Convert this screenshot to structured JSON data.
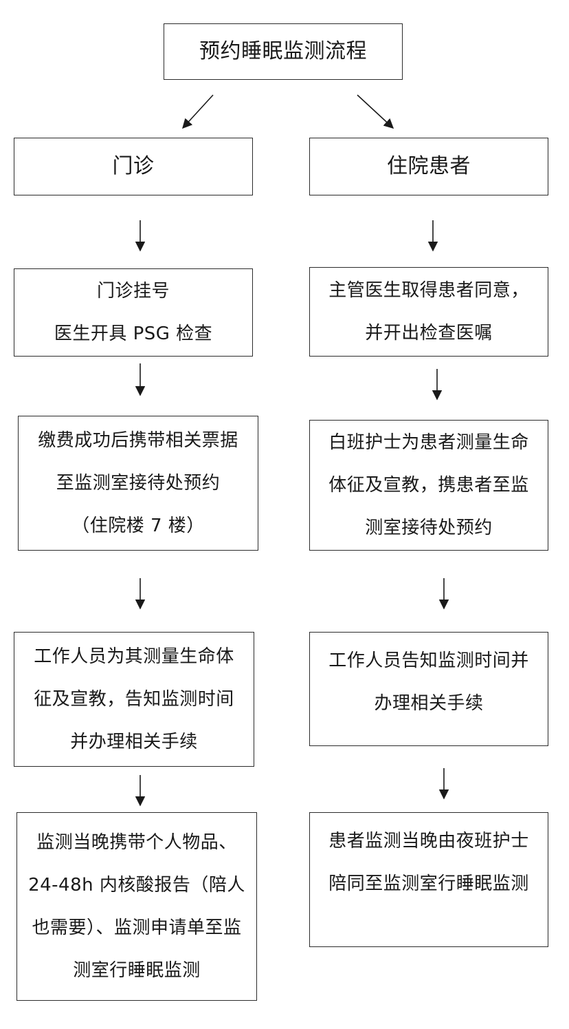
{
  "title": "预约睡眠监测流程",
  "left": {
    "heading": "门诊",
    "step1": [
      "门诊挂号",
      "医生开具 PSG 检查"
    ],
    "step2": [
      "缴费成功后携带相关票据",
      "至监测室接待处预约",
      "（住院楼 7 楼）"
    ],
    "step3": [
      "工作人员为其测量生命体",
      "征及宣教，告知监测时间",
      "并办理相关手续"
    ],
    "step4": [
      "监测当晚携带个人物品、",
      "24-48h 内核酸报告（陪人",
      "也需要）、监测申请单至监",
      "测室行睡眠监测"
    ]
  },
  "right": {
    "heading": "住院患者",
    "step1": [
      "主管医生取得患者同意，",
      "并开出检查医嘱"
    ],
    "step2": [
      "白班护士为患者测量生命",
      "体征及宣教，携患者至监",
      "测室接待处预约"
    ],
    "step3": [
      "工作人员告知监测时间并",
      "办理相关手续"
    ],
    "step4": [
      "患者监测当晚由夜班护士",
      "陪同至监测室行睡眠监测"
    ]
  }
}
